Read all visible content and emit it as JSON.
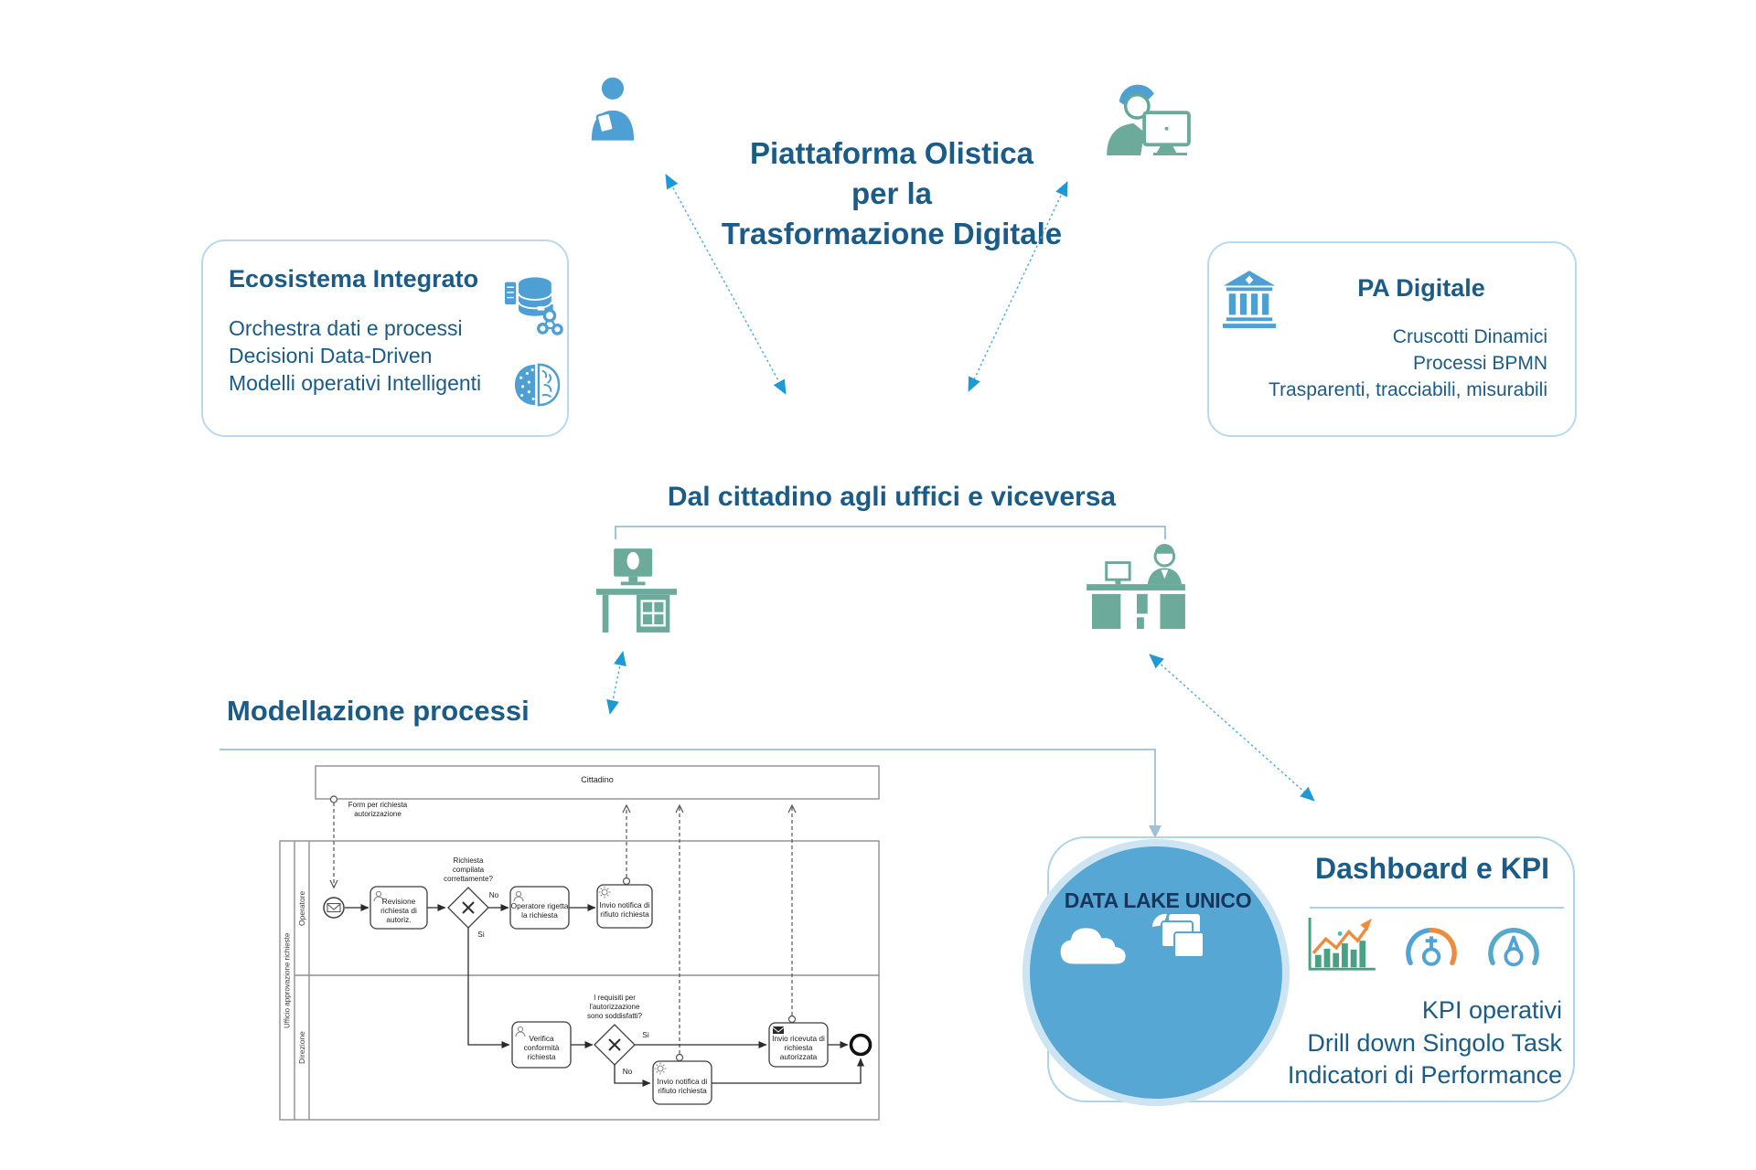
{
  "palette": {
    "heading_blue": "#1A5C87",
    "arrow_blue": "#1D9AD6",
    "icon_blue": "#4E9FD3",
    "icon_green": "#6CAB9B",
    "circle_fill": "#57A7D4",
    "circle_ring": "#CDE4F3",
    "navy": "#16365C",
    "orange": "#F08A3C",
    "chart_green": "#49A183",
    "card_border": "#B9D9EE"
  },
  "header": {
    "title_lines": [
      "Piattaforma Olistica",
      "per la",
      "Trasformazione Digitale"
    ]
  },
  "cards": {
    "ecosistema": {
      "title": "Ecosistema Integrato",
      "lines": [
        "Orchestra dati e processi",
        "Decisioni Data-Driven",
        "Modelli operativi Intelligenti"
      ]
    },
    "pa": {
      "title": "PA Digitale",
      "lines": [
        "Cruscotti Dinamici",
        "Processi BPMN",
        "Trasparenti, tracciabili, misurabili"
      ]
    }
  },
  "middle": {
    "heading": "Dal cittadino agli uffici e viceversa"
  },
  "process": {
    "heading": "Modellazione processi"
  },
  "bpmn": {
    "pools": {
      "cittadino": "Cittadino",
      "ufficio": "Ufficio approvazione richieste"
    },
    "lanes": {
      "operatore": "Operatore",
      "direzione": "Direzione"
    },
    "labels": {
      "form": "Form per richiesta autorizzazione",
      "task_revisione": "Revisione richiesta di autoriz.",
      "gw1": "Richiesta compilata correttamente?",
      "no": "No",
      "si": "Si",
      "task_rigetta": "Operatore rigetta la richiesta",
      "task_notifica_op": "Invio notifica di rifiuto richiesta",
      "task_verifica": "Verifica conformità richiesta",
      "gw2": "I requisiti per l'autorizzazione sono soddisfatti?",
      "task_notifica_dir": "Invio notifica di rifiuto richiesta",
      "task_ricevuta": "Invio ricevuta di richiesta autorizzata"
    }
  },
  "datalake": {
    "label": "DATA LAKE UNICO"
  },
  "dashboard": {
    "title": "Dashboard e KPI",
    "lines": [
      "KPI operativi",
      "Drill down Singolo Task",
      "Indicatori di Performance"
    ]
  }
}
